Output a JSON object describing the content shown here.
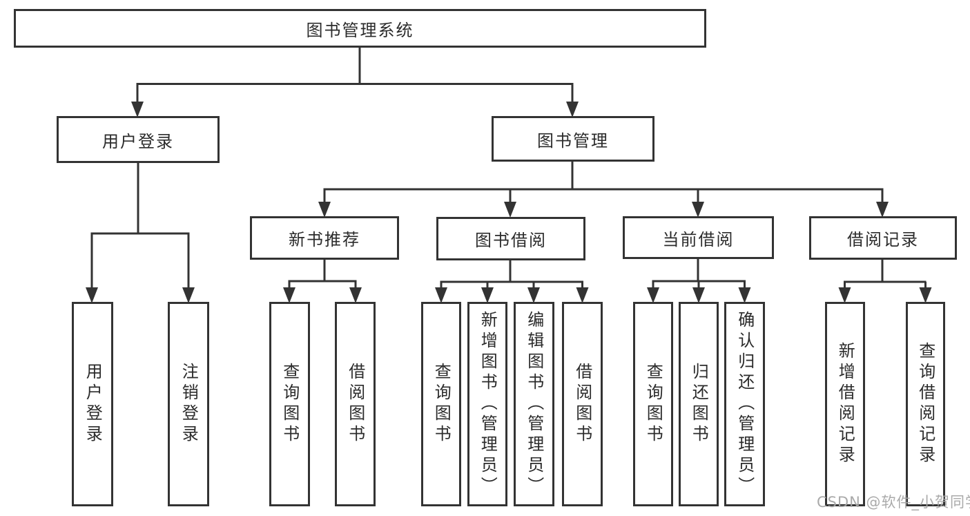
{
  "tree": {
    "label": "图书管理系统",
    "children": [
      {
        "label": "用户登录",
        "children": [
          {
            "label": "用户登录"
          },
          {
            "label": "注销登录"
          }
        ]
      },
      {
        "label": "图书管理",
        "children": [
          {
            "label": "新书推荐",
            "children": [
              {
                "label": "查询图书"
              },
              {
                "label": "借阅图书"
              }
            ]
          },
          {
            "label": "图书借阅",
            "children": [
              {
                "label": "查询图书"
              },
              {
                "label": "新增图书（管理员）"
              },
              {
                "label": "编辑图书（管理员）"
              },
              {
                "label": "借阅图书"
              }
            ]
          },
          {
            "label": "当前借阅",
            "children": [
              {
                "label": "查询图书"
              },
              {
                "label": "归还图书"
              },
              {
                "label": "确认归还（管理员）"
              }
            ]
          },
          {
            "label": "借阅记录",
            "children": [
              {
                "label": "新增借阅记录"
              },
              {
                "label": "查询借阅记录"
              }
            ]
          }
        ]
      }
    ]
  },
  "watermark": {
    "text": "CSDN @软件_小贺同学"
  },
  "colors": {
    "line": "#333333",
    "box_border": "#333333",
    "text": "#2b2b2b",
    "background": "#ffffff",
    "watermark": "#a5a5a5"
  }
}
